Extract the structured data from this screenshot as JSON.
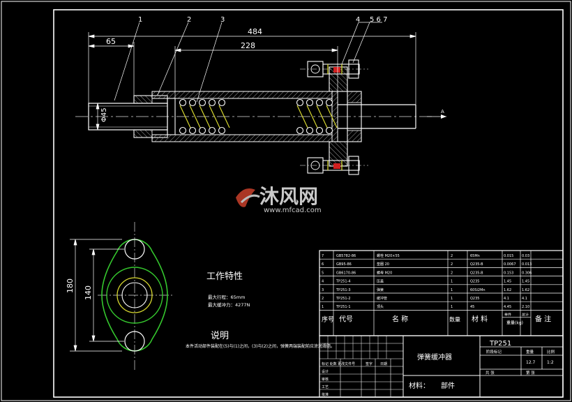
{
  "dimensions": {
    "d484": "484",
    "d228": "228",
    "d65": "65",
    "d45": "Φ45",
    "d180": "180",
    "d140": "140"
  },
  "balloons": [
    "1",
    "2",
    "3",
    "4",
    "5 6 7"
  ],
  "watermark": {
    "brand": "沐风网",
    "url": "www.mfcad.com"
  },
  "characteristics": {
    "title": "工作特性",
    "line1": "最大行程：65mm",
    "line2": "最大缓冲力：4277N"
  },
  "notes": {
    "title": "说明",
    "text": "本件活动部件装配在(5)与(1)之间，(3)与(2)之间，弹簧两端装配前应涂润滑脂。"
  },
  "bom": {
    "rows": [
      {
        "no": "1",
        "code": "TP251-1",
        "name": "顶头",
        "qty": "1",
        "material": "45",
        "unit": "4.45",
        "total": "2.10"
      },
      {
        "no": "2",
        "code": "TP251-2",
        "name": "缓冲管",
        "qty": "1",
        "material": "Q235",
        "unit": "4.1",
        "total": "4.1"
      },
      {
        "no": "3",
        "code": "TP251-3",
        "name": "弹簧",
        "qty": "1",
        "material": "60Si2Mn",
        "unit": "1.62",
        "total": "1.62"
      },
      {
        "no": "4",
        "code": "TP251-4",
        "name": "压盖",
        "qty": "1",
        "material": "Q235",
        "unit": "1.45",
        "total": "1.45"
      },
      {
        "no": "5",
        "code": "GB6170-86",
        "name": "螺母 M20",
        "qty": "2",
        "material": "Q235-B",
        "unit": "0.153",
        "total": "0.306"
      },
      {
        "no": "6",
        "code": "GB95-86",
        "name": "垫圈 20",
        "qty": "2",
        "material": "Q235-B",
        "unit": "0.0067",
        "total": "0.013"
      },
      {
        "no": "7",
        "code": "GB5782-86",
        "name": "螺栓 M20×55",
        "qty": "2",
        "material": "65Mn",
        "unit": "0.015",
        "total": "0.03"
      }
    ],
    "header": {
      "no": "序号",
      "code": "代号",
      "name": "名 称",
      "qty": "数量",
      "material": "材 料",
      "unit": "单件",
      "total": "总计",
      "weight": "重量(kg)",
      "remark": "备 注"
    }
  },
  "title_block": {
    "part_name": "弹簧缓冲器",
    "drawing_no": "TP251",
    "material_label": "材料：",
    "material_value": "部件",
    "stage": "阶段标记",
    "weight_label": "重量",
    "scale_label": "比例",
    "weight_value": "12.7",
    "scale_value": "1:2",
    "sheet_total": "共  张",
    "sheet_no": "第  张",
    "sign_rows": [
      "标记  处数  更改文件号",
      "设计",
      "审核",
      "工艺",
      "批准"
    ],
    "sign_cols": [
      "签字",
      "日期"
    ]
  },
  "colors": {
    "bg": "#000000",
    "line": "#ffffff",
    "hatch": "#9a9a9a",
    "green": "#35c82e",
    "yellow": "#d8d830",
    "cyan": "#44c8d8",
    "red": "#d02020",
    "mf_red": "#c8402a"
  }
}
